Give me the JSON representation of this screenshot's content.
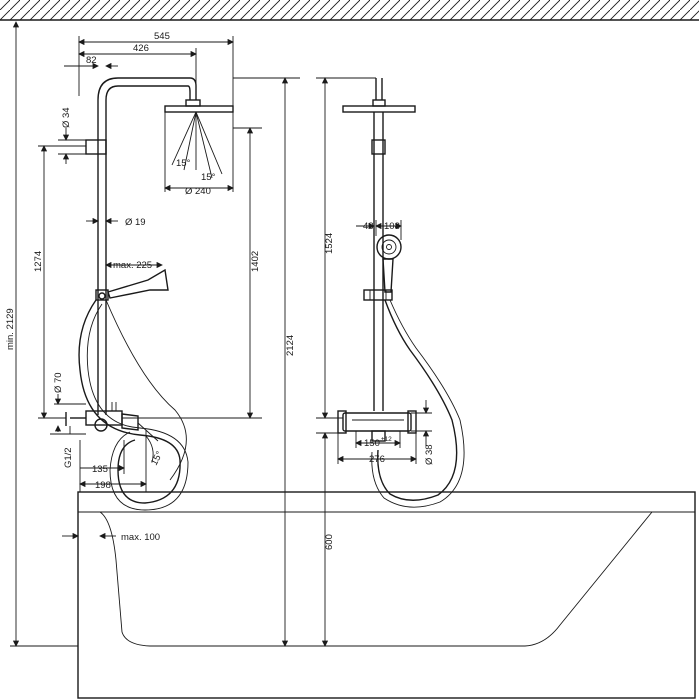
{
  "dimensions": {
    "width_545": "545",
    "width_426": "426",
    "offset_82": "82",
    "dia_34": "Ø 34",
    "angle_15_left": "15°",
    "angle_15_right": "15°",
    "dia_240": "Ø 240",
    "dia_19": "Ø 19",
    "height_1274": "1274",
    "max_225": "max. 225",
    "height_1402": "1402",
    "height_2124": "2124",
    "min_2129": "min. 2129",
    "dia_70": "Ø 70",
    "thread": "G1/2",
    "w_135": "135",
    "w_198": "198",
    "angle_15_spout": "15°",
    "max_100": "max. 100",
    "height_1524": "1524",
    "d_48": "48",
    "d_108": "108",
    "centre_150": "150",
    "tolerance_12": "±12",
    "w_276": "276",
    "dia_38": "Ø 38",
    "height_600": "600"
  }
}
